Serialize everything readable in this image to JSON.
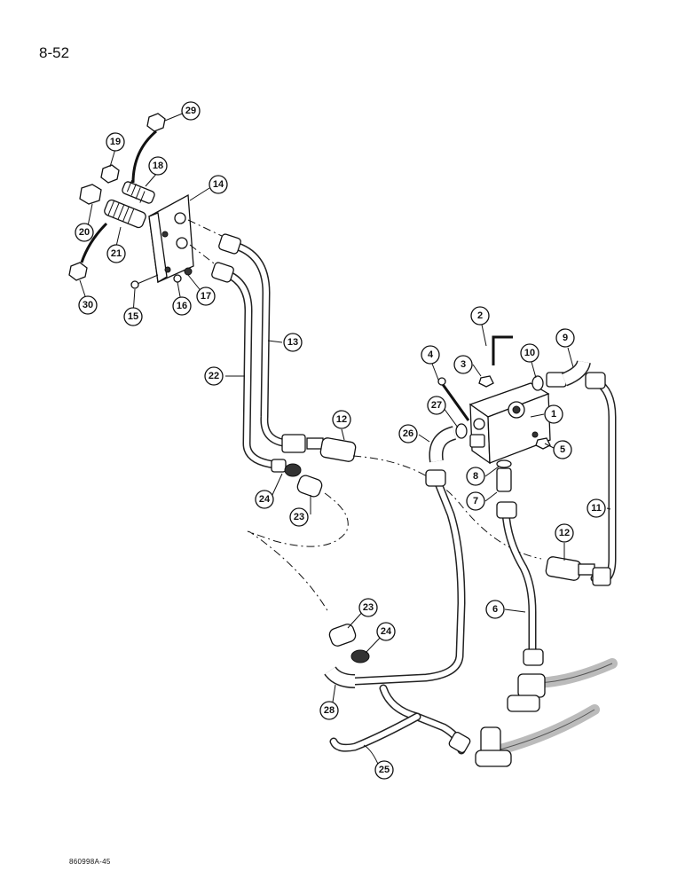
{
  "page": {
    "number": "8-52",
    "figure_code": "860998A-45"
  },
  "callouts": [
    {
      "number": "1"
    },
    {
      "number": "2"
    },
    {
      "number": "3"
    },
    {
      "number": "4"
    },
    {
      "number": "5"
    },
    {
      "number": "6"
    },
    {
      "number": "7"
    },
    {
      "number": "8"
    },
    {
      "number": "9"
    },
    {
      "number": "10"
    },
    {
      "number": "11"
    },
    {
      "number": "12"
    },
    {
      "number": "12"
    },
    {
      "number": "13"
    },
    {
      "number": "14"
    },
    {
      "number": "15"
    },
    {
      "number": "16"
    },
    {
      "number": "17"
    },
    {
      "number": "18"
    },
    {
      "number": "19"
    },
    {
      "number": "20"
    },
    {
      "number": "21"
    },
    {
      "number": "22"
    },
    {
      "number": "23"
    },
    {
      "number": "23"
    },
    {
      "number": "24"
    },
    {
      "number": "24"
    },
    {
      "number": "25"
    },
    {
      "number": "26"
    },
    {
      "number": "27"
    },
    {
      "number": "28"
    },
    {
      "number": "29"
    },
    {
      "number": "30"
    }
  ]
}
